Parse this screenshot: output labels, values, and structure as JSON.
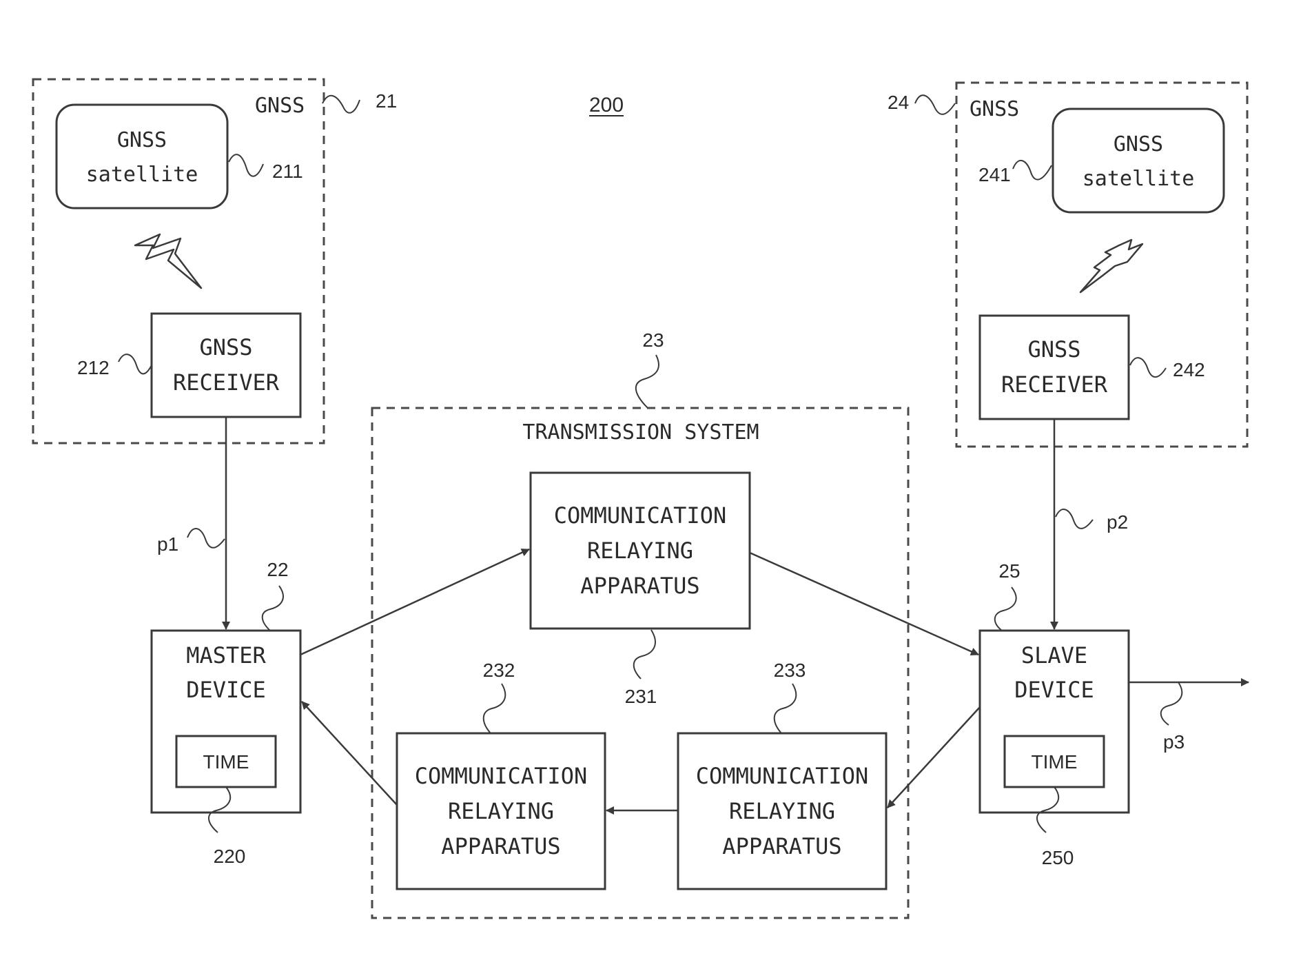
{
  "figure_number": "200",
  "left_gnss": {
    "label": "GNSS",
    "ref": "21",
    "satellite": {
      "line1": "GNSS",
      "line2": "satellite",
      "ref": "211"
    },
    "receiver": {
      "line1": "GNSS",
      "line2": "RECEIVER",
      "ref": "212"
    }
  },
  "right_gnss": {
    "label": "GNSS",
    "ref": "24",
    "satellite": {
      "line1": "GNSS",
      "line2": "satellite",
      "ref": "241"
    },
    "receiver": {
      "line1": "GNSS",
      "line2": "RECEIVER",
      "ref": "242"
    }
  },
  "transmission_system": {
    "label": "TRANSMISSION SYSTEM",
    "ref": "23",
    "relay_top": {
      "line1": "COMMUNICATION",
      "line2": "RELAYING",
      "line3": "APPARATUS",
      "ref": "231"
    },
    "relay_bottom_left": {
      "line1": "COMMUNICATION",
      "line2": "RELAYING",
      "line3": "APPARATUS",
      "ref": "232"
    },
    "relay_bottom_right": {
      "line1": "COMMUNICATION",
      "line2": "RELAYING",
      "line3": "APPARATUS",
      "ref": "233"
    }
  },
  "master_device": {
    "line1": "MASTER",
    "line2": "DEVICE",
    "time": "TIME",
    "ref": "22",
    "time_ref": "220"
  },
  "slave_device": {
    "line1": "SLAVE",
    "line2": "DEVICE",
    "time": "TIME",
    "ref": "25",
    "time_ref": "250"
  },
  "signals": {
    "p1": "p1",
    "p2": "p2",
    "p3": "p3"
  }
}
